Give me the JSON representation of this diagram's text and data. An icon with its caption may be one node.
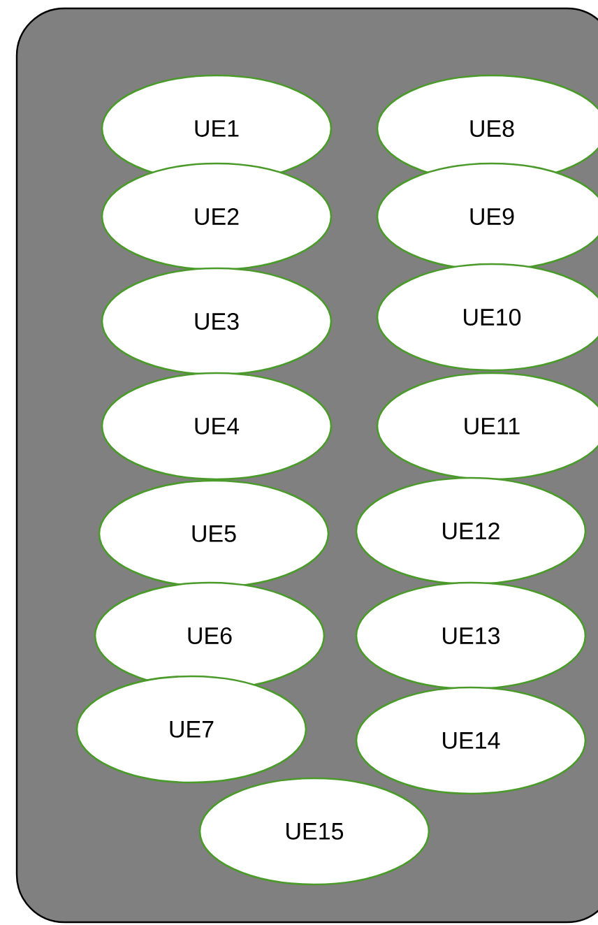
{
  "diagram": {
    "nodes": [
      {
        "text": [],
        "shape": "box"
      },
      {
        "text": [
          "UE1"
        ],
        "in": 0
      },
      {
        "text": [
          "UE2"
        ],
        "in": 0
      },
      {
        "text": [
          "UE3"
        ],
        "in": 0
      },
      {
        "text": [
          "UE4"
        ],
        "in": 0
      },
      {
        "text": [
          "UE5"
        ],
        "in": 0
      },
      {
        "text": [
          "UE6"
        ],
        "in": 0
      },
      {
        "text": [
          "UE7"
        ],
        "in": 0
      },
      {
        "text": [
          "UE8"
        ],
        "in": 0
      },
      {
        "text": [
          "UE9"
        ],
        "in": 0
      },
      {
        "text": [
          "UE10"
        ],
        "in": 0
      },
      {
        "text": [
          "UE11"
        ],
        "in": 0
      },
      {
        "text": [
          "UE12"
        ],
        "in": 0
      },
      {
        "text": [
          "UE13"
        ],
        "in": 0
      },
      {
        "text": [
          "UE14"
        ],
        "in": 0
      },
      {
        "text": [
          "UE15"
        ],
        "in": 0
      }
    ]
  }
}
